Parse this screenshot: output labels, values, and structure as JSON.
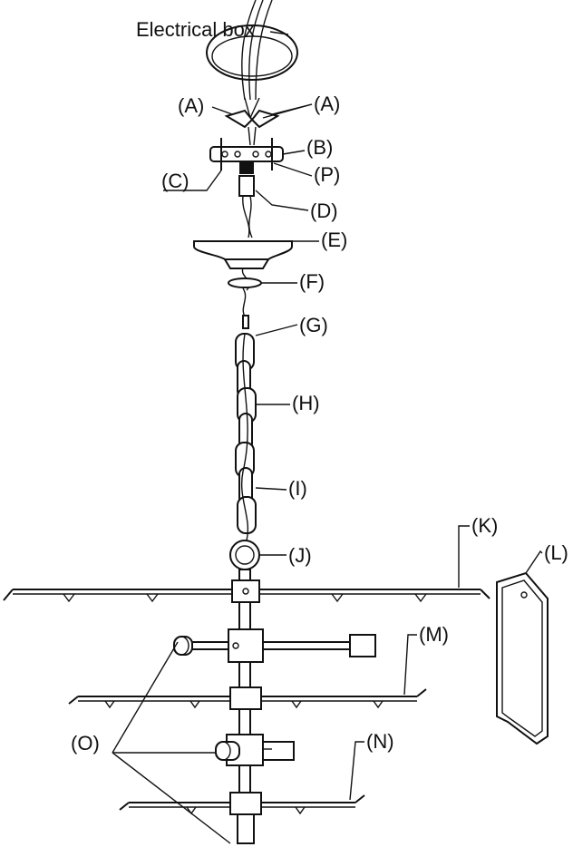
{
  "electrical_box": "Electrical box",
  "labels": {
    "A": "(A)",
    "B": "(B)",
    "C": "(C)",
    "D": "(D)",
    "E": "(E)",
    "F": "(F)",
    "G": "(G)",
    "H": "(H)",
    "I": "(I)",
    "J": "(J)",
    "K": "(K)",
    "L": "(L)",
    "M": "(M)",
    "N": "(N)",
    "O": "(O)",
    "P": "(P)"
  }
}
